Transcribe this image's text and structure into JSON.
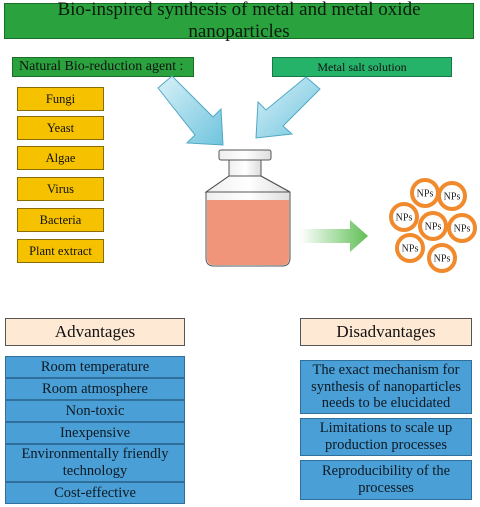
{
  "title": "Bio-inspired synthesis of metal and metal oxide nanoparticles",
  "natural_agent_label": "Natural Bio-reduction agent :",
  "metal_salt_label": "Metal salt solution",
  "agents": [
    "Fungi",
    "Yeast",
    "Algae",
    "Virus",
    "Bacteria",
    "Plant extract"
  ],
  "nanoparticle_label": "NPs",
  "advantages": {
    "heading": "Advantages",
    "items": [
      "Room temperature",
      "Room atmosphere",
      "Non-toxic",
      "Inexpensive",
      "Environmentally friendly technology",
      "Cost-effective"
    ]
  },
  "disadvantages": {
    "heading": "Disadvantages",
    "items": [
      "The exact mechanism for synthesis of nanoparticles needs to be elucidated",
      "Limitations to scale up production processes",
      "Reproducibility of the processes"
    ]
  },
  "colors": {
    "title_green": "#2aa33f",
    "agent_yellow": "#f6c200",
    "item_blue": "#4a9fd6",
    "heading_peach": "#fde9d4",
    "liquid_salmon": "#f0947a",
    "particle_orange": "#f08a2c"
  }
}
